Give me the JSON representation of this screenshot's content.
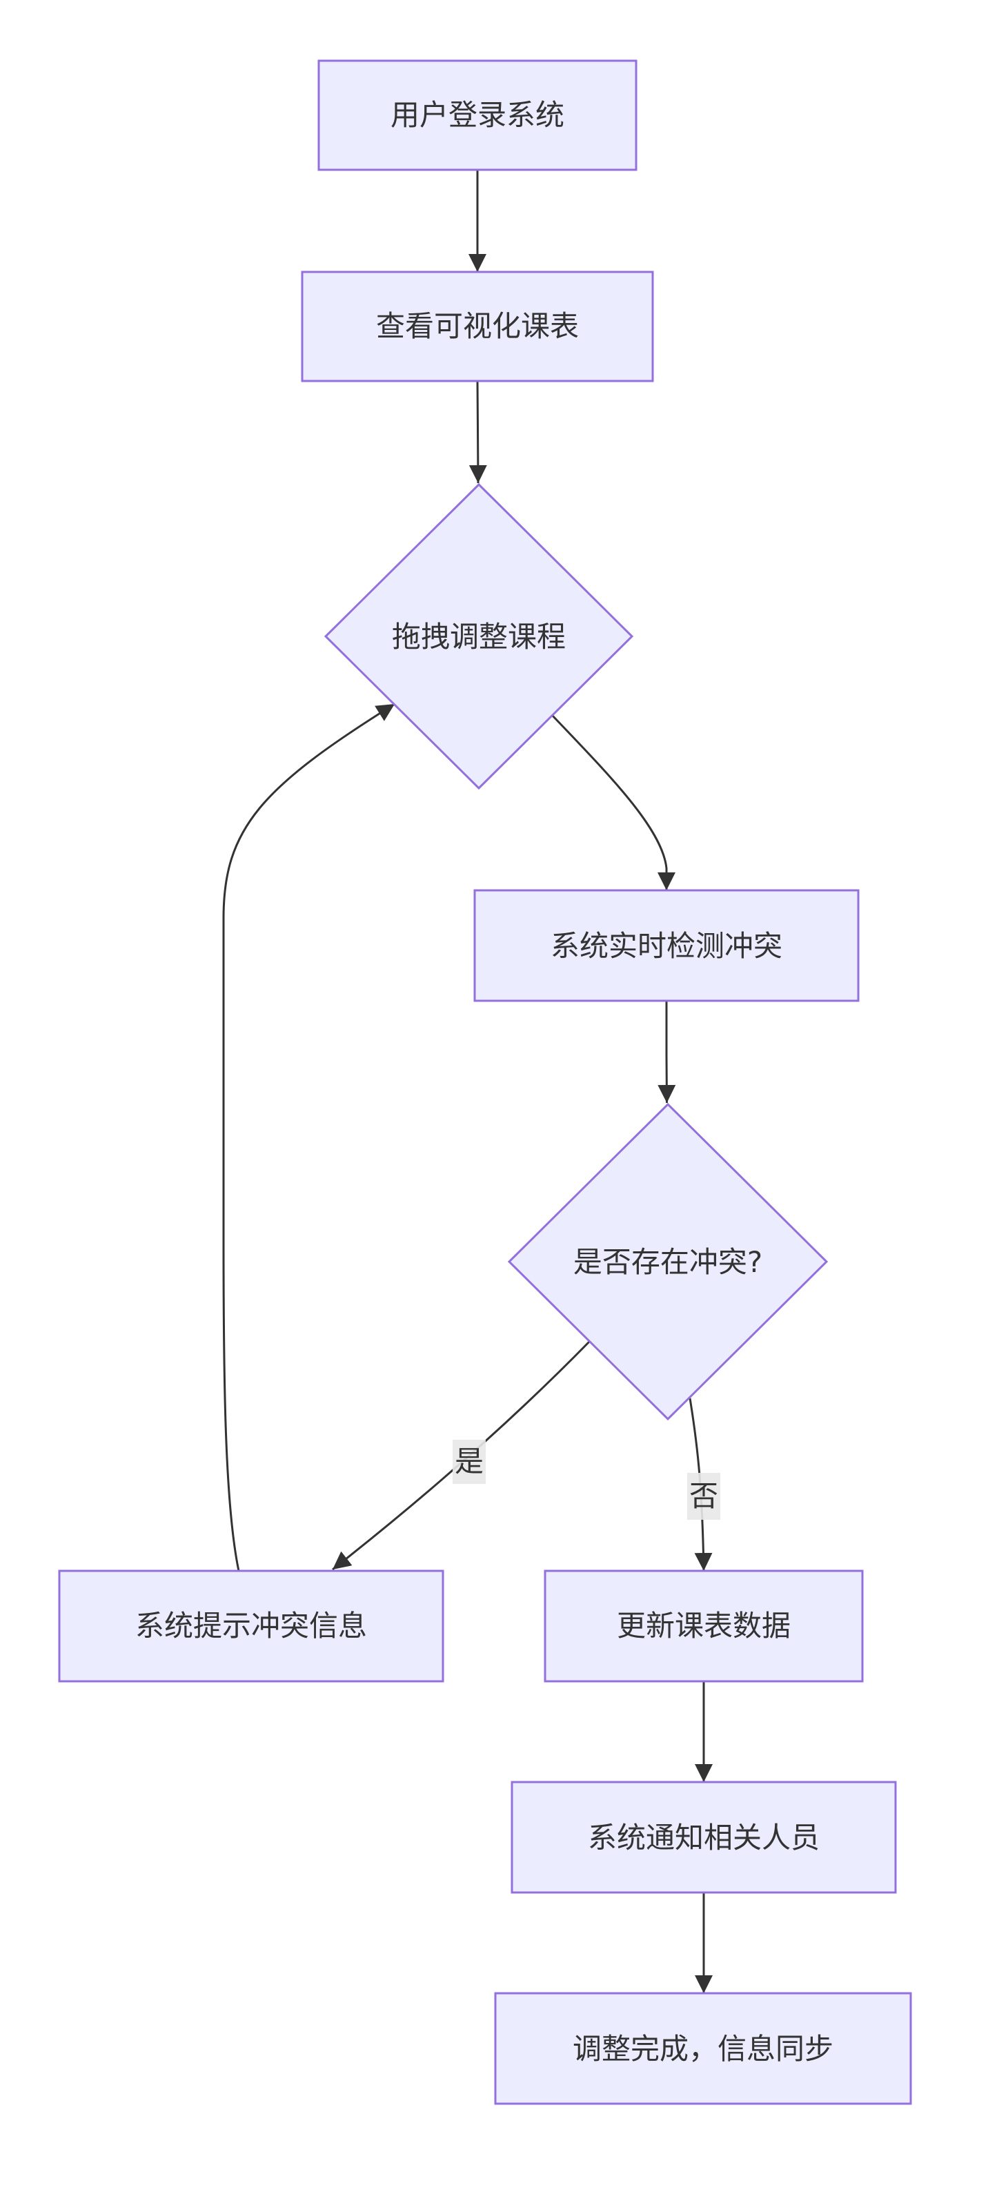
{
  "diagram": {
    "type": "flowchart",
    "direction": "top-down",
    "colors": {
      "node_fill": "#ECECFF",
      "node_stroke": "#9370DB",
      "edge": "#333333",
      "text": "#333333",
      "edge_label_bg": "#e8e8e8"
    },
    "nodes": {
      "login": {
        "label": "用户登录系统",
        "shape": "rect"
      },
      "view": {
        "label": "查看可视化课表",
        "shape": "rect"
      },
      "drag": {
        "label": "拖拽调整课程",
        "shape": "diamond"
      },
      "detect": {
        "label": "系统实时检测冲突",
        "shape": "rect"
      },
      "conflict": {
        "label": "是否存在冲突?",
        "shape": "diamond"
      },
      "prompt": {
        "label": "系统提示冲突信息",
        "shape": "rect"
      },
      "update": {
        "label": "更新课表数据",
        "shape": "rect"
      },
      "notify": {
        "label": "系统通知相关人员",
        "shape": "rect"
      },
      "done": {
        "label": "调整完成，信息同步",
        "shape": "rect"
      }
    },
    "edges": [
      {
        "from": "login",
        "to": "view",
        "label": ""
      },
      {
        "from": "view",
        "to": "drag",
        "label": ""
      },
      {
        "from": "drag",
        "to": "detect",
        "label": ""
      },
      {
        "from": "detect",
        "to": "conflict",
        "label": ""
      },
      {
        "from": "conflict",
        "to": "prompt",
        "label": "是"
      },
      {
        "from": "conflict",
        "to": "update",
        "label": "否"
      },
      {
        "from": "prompt",
        "to": "drag",
        "label": ""
      },
      {
        "from": "update",
        "to": "notify",
        "label": ""
      },
      {
        "from": "notify",
        "to": "done",
        "label": ""
      }
    ]
  }
}
